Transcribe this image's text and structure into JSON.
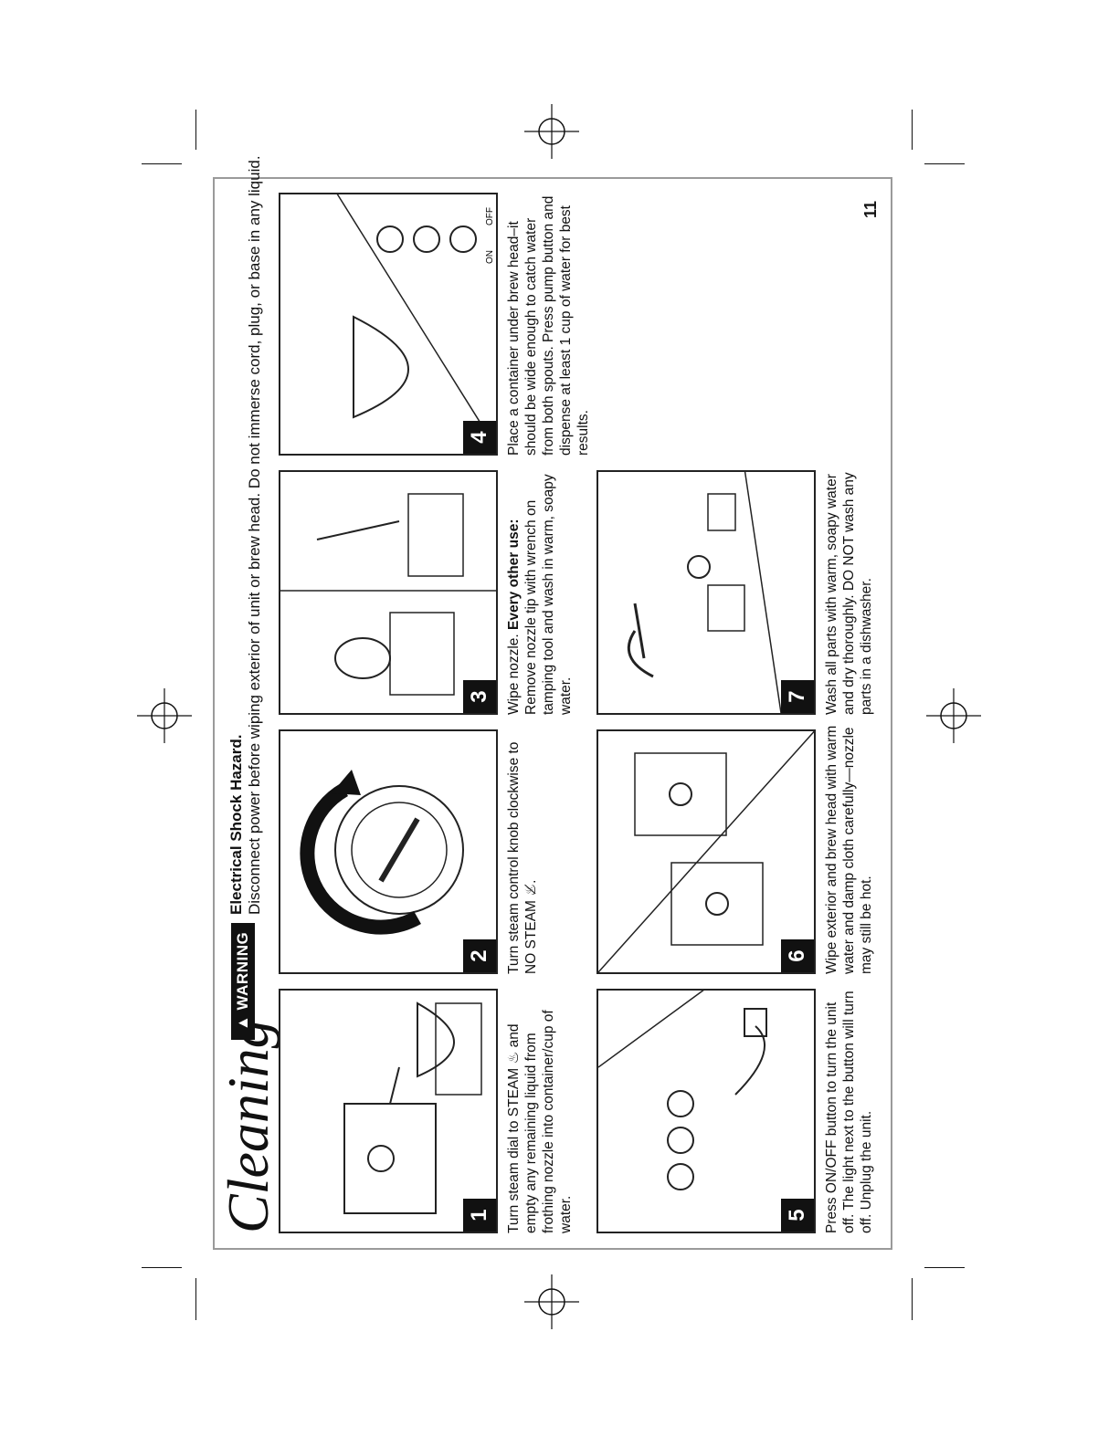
{
  "page": {
    "title": "Cleaning",
    "page_number": "11"
  },
  "warning": {
    "badge": "▲ WARNING",
    "heading": "Electrical Shock Hazard.",
    "text": "Disconnect power before wiping exterior of unit or brew head. Do not immerse cord, plug, or base in any liquid."
  },
  "steps": [
    {
      "number": "1",
      "caption": "Turn steam dial to STEAM ♨ and empty any remaining liquid from frothing nozzle into container/cup of water."
    },
    {
      "number": "2",
      "caption": "Turn steam control knob clockwise to NO STEAM ♨̸."
    },
    {
      "number": "3",
      "caption_bold": "Every other use:",
      "caption_pre": "Wipe nozzle. ",
      "caption_post": " Remove nozzle tip with wrench on tamping tool and wash in warm, soapy water."
    },
    {
      "number": "4",
      "caption": "Place a container under brew head–it should be wide enough to catch water from both spouts. Press pump button and dispense at least 1 cup of water for best results."
    },
    {
      "number": "5",
      "caption": "Press ON/OFF button to turn the unit off. The light next to the button will turn off. Unplug the unit."
    },
    {
      "number": "6",
      "caption": "Wipe exterior and brew head with warm water and damp cloth carefully—nozzle may still be hot."
    },
    {
      "number": "7",
      "caption": "Wash all parts with warm, soapy water and dry thoroughly. DO NOT wash any parts in a dishwasher."
    }
  ],
  "labels": {
    "on": "ON",
    "off": "OFF"
  }
}
